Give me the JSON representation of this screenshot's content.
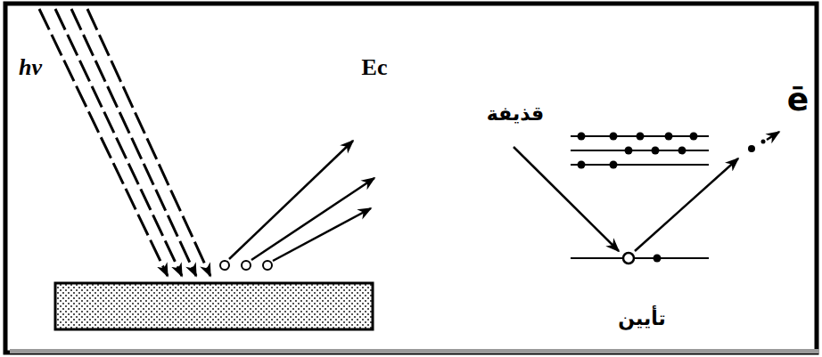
{
  "diagram": {
    "labels": [
      "hν",
      "Ec",
      "قذيفة",
      "ē",
      "تأيين"
    ]
  }
}
